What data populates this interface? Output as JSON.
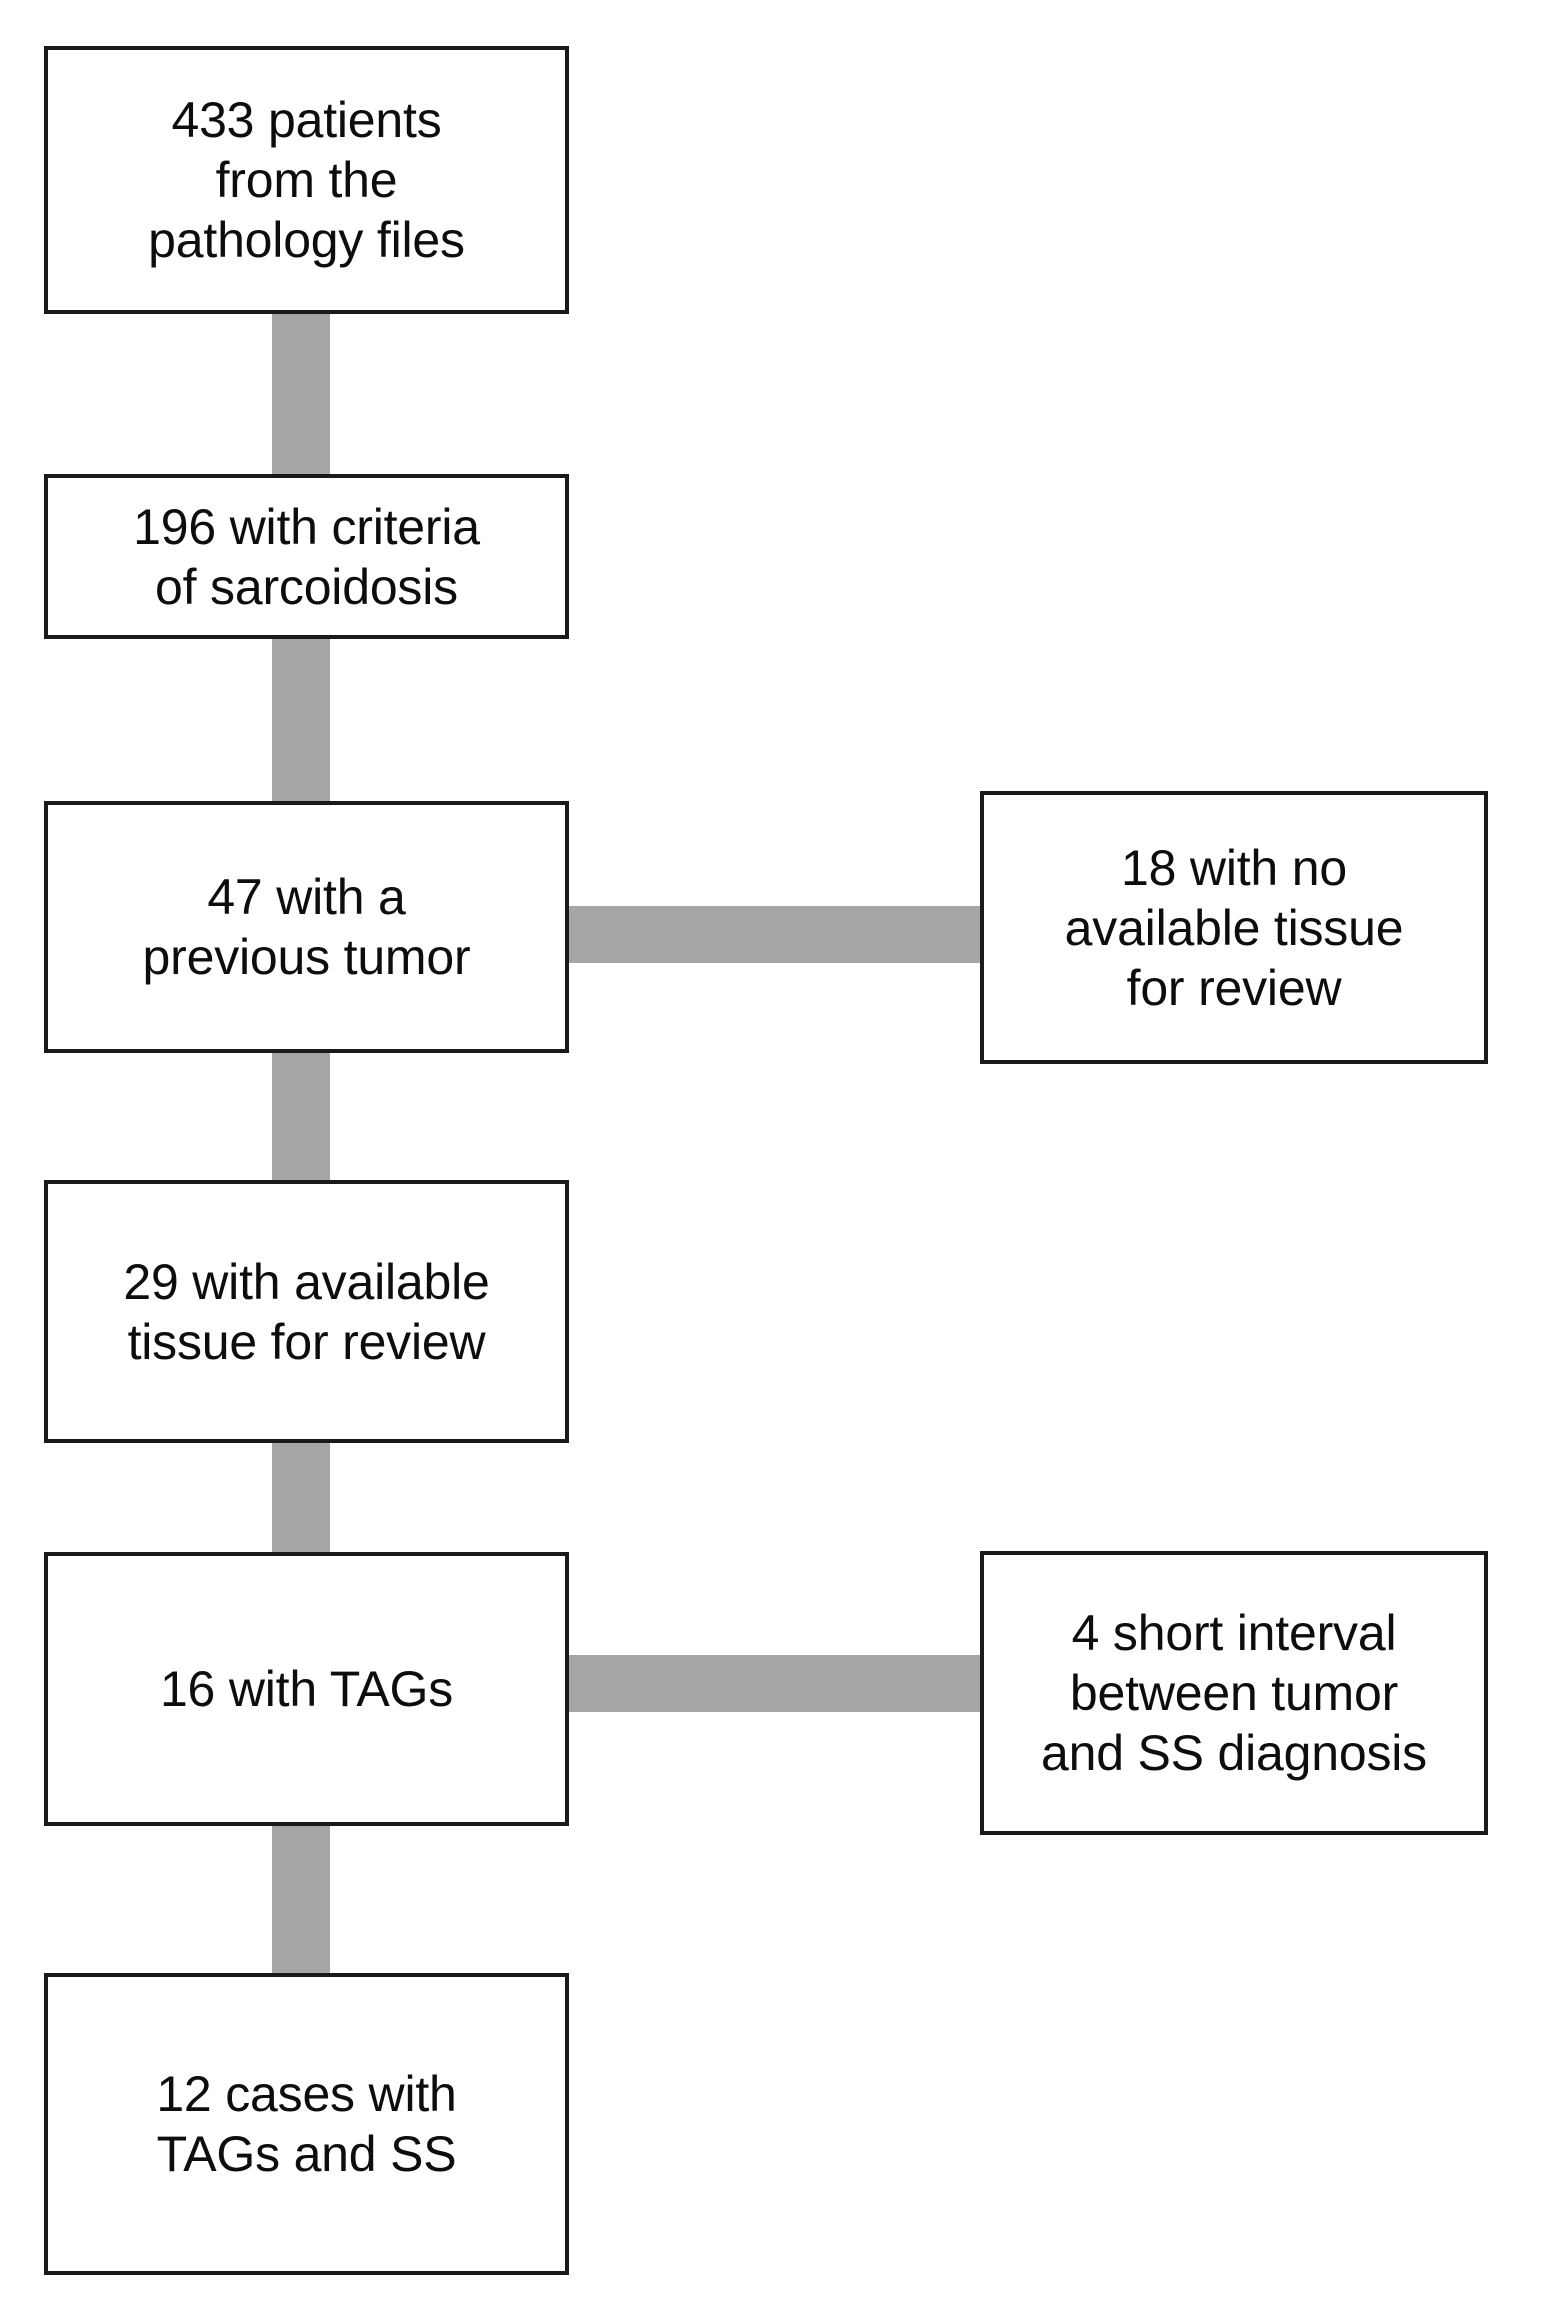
{
  "diagram": {
    "type": "flowchart",
    "orientation": "vertical-with-side-exclusions",
    "background_color": "#ffffff",
    "box_border_color": "#1a1a1a",
    "connector_color": "#a6a6a6",
    "text_color": "#0d0d0d"
  },
  "nodes": {
    "n1": {
      "text": "433 patients\nfrom the\npathology files",
      "count": 433,
      "column": "main"
    },
    "n2": {
      "text": "196 with criteria\nof sarcoidosis",
      "count": 196,
      "column": "main"
    },
    "n3": {
      "text": "47 with a\nprevious tumor",
      "count": 47,
      "column": "main"
    },
    "n4": {
      "text": "29 with available\ntissue for review",
      "count": 29,
      "column": "main"
    },
    "n5": {
      "text": "16 with TAGs",
      "count": 16,
      "column": "main"
    },
    "n6": {
      "text": "12 cases with\nTAGs and SS",
      "count": 12,
      "column": "main"
    },
    "s1": {
      "text": "18 with no\navailable tissue\nfor review",
      "count": 18,
      "column": "side"
    },
    "s2": {
      "text": "4 short interval\nbetween tumor\nand SS diagnosis",
      "count": 4,
      "column": "side"
    }
  },
  "connectors": [
    {
      "id": "c1",
      "from": "n1",
      "to": "n2",
      "direction": "vertical"
    },
    {
      "id": "c2",
      "from": "n2",
      "to": "n3",
      "direction": "vertical"
    },
    {
      "id": "c3",
      "from": "n3",
      "to": "s1",
      "direction": "horizontal"
    },
    {
      "id": "c4",
      "from": "n3",
      "to": "n4",
      "direction": "vertical"
    },
    {
      "id": "c5",
      "from": "n4",
      "to": "n5",
      "direction": "vertical"
    },
    {
      "id": "c6",
      "from": "n5",
      "to": "s2",
      "direction": "horizontal"
    },
    {
      "id": "c7",
      "from": "n5",
      "to": "n6",
      "direction": "vertical"
    }
  ]
}
